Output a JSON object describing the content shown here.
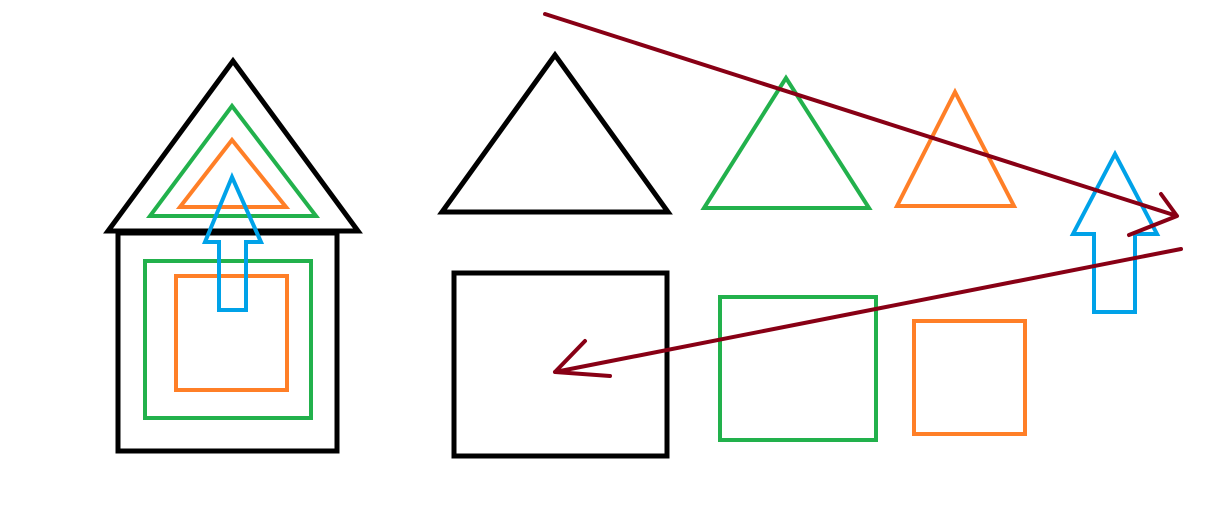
{
  "colors": {
    "background": "#ffffff",
    "black": "#000000",
    "green": "#22b14c",
    "orange": "#ff7f27",
    "blue": "#00a2e8",
    "dark_red": "#880015"
  },
  "groups": {
    "assembled_house": {
      "roof_triangles": [
        "black",
        "green",
        "orange"
      ],
      "body_squares": [
        "black",
        "green",
        "orange"
      ],
      "up_arrow": "blue"
    },
    "separated_parts": {
      "triangles": [
        "black",
        "green",
        "orange"
      ],
      "squares": [
        "black",
        "green",
        "orange"
      ],
      "up_arrow": "blue"
    },
    "flow_arrows": {
      "color": "dark_red",
      "count": 2
    }
  }
}
